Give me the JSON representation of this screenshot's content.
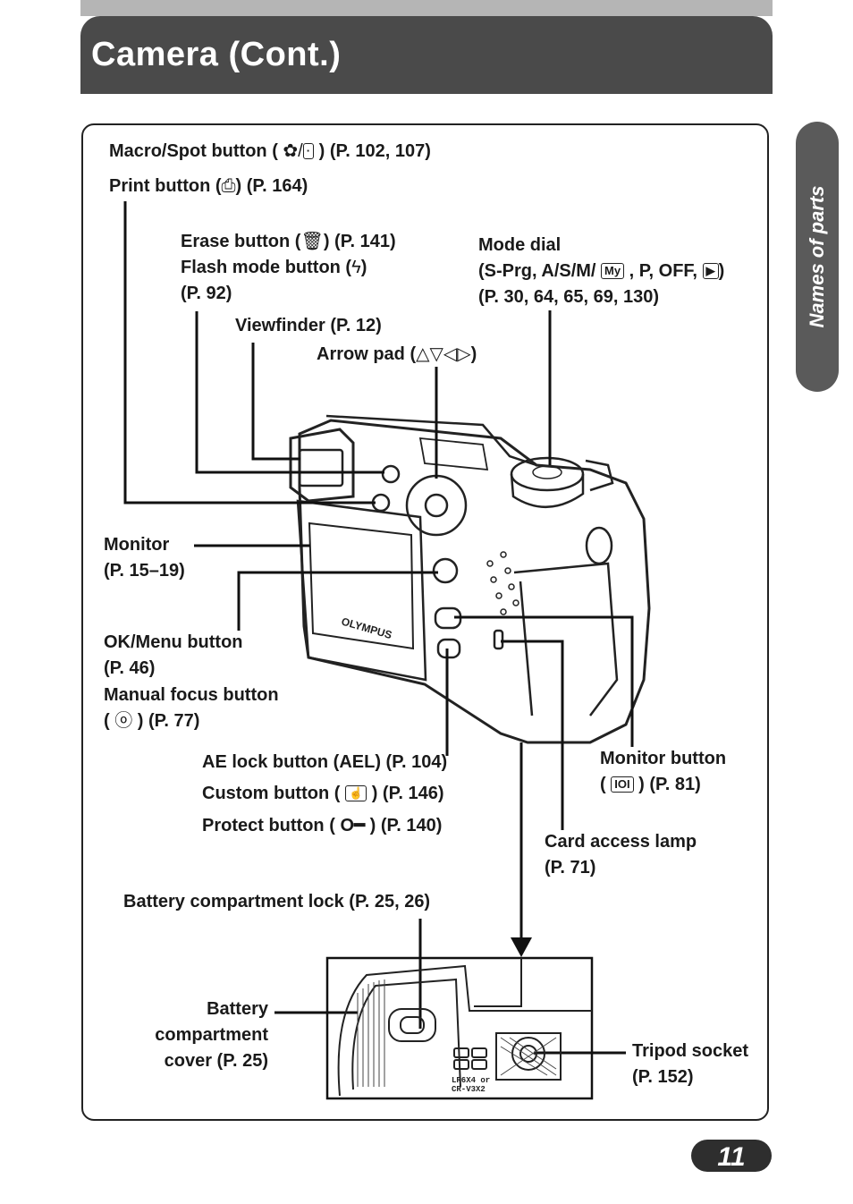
{
  "header": {
    "title": "Camera (Cont.)"
  },
  "side_tab": {
    "label": "Names of parts"
  },
  "page_number": "11",
  "labels": {
    "macro_spot": {
      "prefix": "Macro/Spot button (",
      "suffix": ") (P. 102, 107)",
      "icon": "macro-spot-icon"
    },
    "print": {
      "prefix": "Print button (",
      "suffix": ") (P. 164)",
      "icon": "print-icon"
    },
    "erase": {
      "prefix": "Erase button (",
      "suffix": ") (P. 141)",
      "icon": "trash-icon"
    },
    "flash": {
      "prefix": "Flash mode button (",
      "suffix": ")",
      "icon": "flash-icon"
    },
    "flash_page": "(P. 92)",
    "viewfinder": "Viewfinder (P. 12)",
    "arrow_pad": {
      "prefix": "Arrow pad (",
      "suffix": ")",
      "arrows": "△▽◁▷"
    },
    "mode_dial": "Mode dial",
    "mode_dial_modes": {
      "prefix": "(S-Prg, A/S/M/",
      "suffix": ", P, OFF,",
      "end": ")"
    },
    "mode_dial_pages": "(P. 30, 64, 65, 69, 130)",
    "monitor": "Monitor",
    "monitor_pages": "(P. 15–19)",
    "ok_menu": "OK/Menu button",
    "ok_menu_page": "(P. 46)",
    "manual_focus": "Manual focus button",
    "manual_focus_suffix": ") (P. 77)",
    "ae_lock": "AE lock button (AEL) (P. 104)",
    "custom": {
      "prefix": "Custom button (",
      "suffix": ") (P. 146)"
    },
    "protect": {
      "prefix": "Protect button (",
      "suffix": ") (P. 140)"
    },
    "monitor_button": "Monitor button",
    "monitor_button_page": "(P. 81)",
    "card_lamp": "Card access lamp",
    "card_lamp_page": "(P. 71)",
    "battery_lock": "Battery compartment lock (P. 25, 26)",
    "battery_cover_1": "Battery",
    "battery_cover_2": "compartment",
    "battery_cover_3": "cover (P. 25)",
    "tripod": "Tripod socket",
    "tripod_page": "(P. 152)"
  },
  "camera": {
    "brand": "OLYMPUS",
    "battery_text_1": "LR6X4 or",
    "battery_text_2": "CR-V3X2"
  }
}
